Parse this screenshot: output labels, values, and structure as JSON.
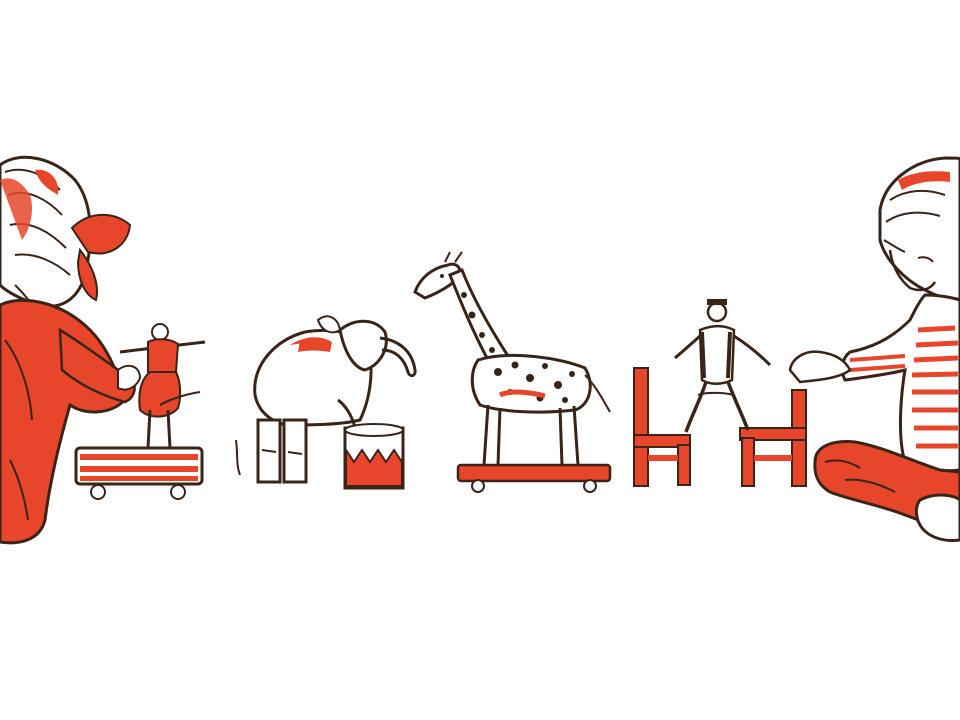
{
  "illustration": {
    "colors": {
      "accent": "#e8462a",
      "ink": "#3a2418",
      "background": "#ffffff"
    },
    "elements": [
      "girl-with-bow",
      "acrobat-on-toy-cart",
      "elephant-on-drum",
      "giraffe-on-wheels",
      "acrobat-on-chairs",
      "seated-child"
    ]
  }
}
